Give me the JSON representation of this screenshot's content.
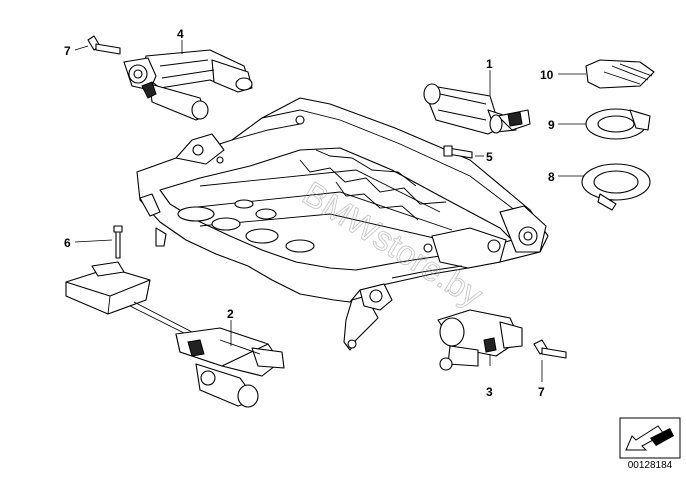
{
  "diagram": {
    "callouts": {
      "c1": "1",
      "c2": "2",
      "c3": "3",
      "c4": "4",
      "c5": "5",
      "c6": "6",
      "c7a": "7",
      "c7b": "7",
      "c8": "8",
      "c9": "9",
      "c10": "10"
    },
    "watermark": "BMWstore.by",
    "reference_number": "00128184"
  }
}
